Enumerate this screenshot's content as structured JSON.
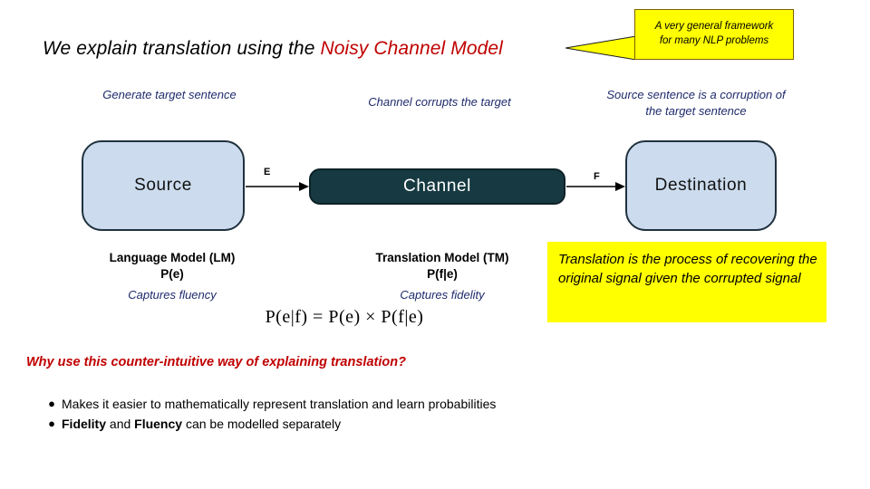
{
  "title": {
    "lead": "We explain translation using the ",
    "accent": "Noisy Channel Model",
    "accent_color": "#c00000"
  },
  "callout": {
    "line1": "A very general framework",
    "line2": "for many NLP problems",
    "fill_color": "#ffff00",
    "border_color": "#7f6000"
  },
  "diagram": {
    "captions": {
      "generate": "Generate target sentence",
      "corrupts": "Channel corrupts the target",
      "source_corruption": "Source sentence is a corruption  of the target sentence",
      "color": "#1f2b6c"
    },
    "boxes": {
      "source": "Source",
      "channel": "Channel",
      "destination": "Destination",
      "source_fill": "#ccdcee",
      "channel_fill": "#173a42",
      "destination_fill": "#ccdcee",
      "border_color": "#20313f"
    },
    "arrows": {
      "e_label": "E",
      "f_label": "F"
    }
  },
  "models": {
    "lm_name": "Language Model (LM)",
    "lm_prob": "P(e)",
    "lm_captures": "Captures fluency",
    "tm_name": "Translation Model (TM)",
    "tm_prob": "P(f|e)",
    "tm_captures": "Captures fidelity"
  },
  "note": {
    "text": "Translation is the process of recovering the original signal given the corrupted signal",
    "fill_color": "#ffff00"
  },
  "equation": {
    "text": "P(e|f) = P(e) × P(f|e)"
  },
  "question": {
    "text": "Why use this counter-intuitive way of explaining translation?",
    "color": "#c00000"
  },
  "bullets": {
    "marker": "●",
    "items": [
      {
        "prefix": "",
        "bold1": "",
        "mid": "",
        "bold2": "",
        "suffix": "Makes it easier to mathematically represent translation and learn probabilities"
      },
      {
        "prefix": "",
        "bold1": "Fidelity",
        "mid": " and ",
        "bold2": "Fluency",
        "suffix": " can be modelled separately"
      }
    ]
  }
}
